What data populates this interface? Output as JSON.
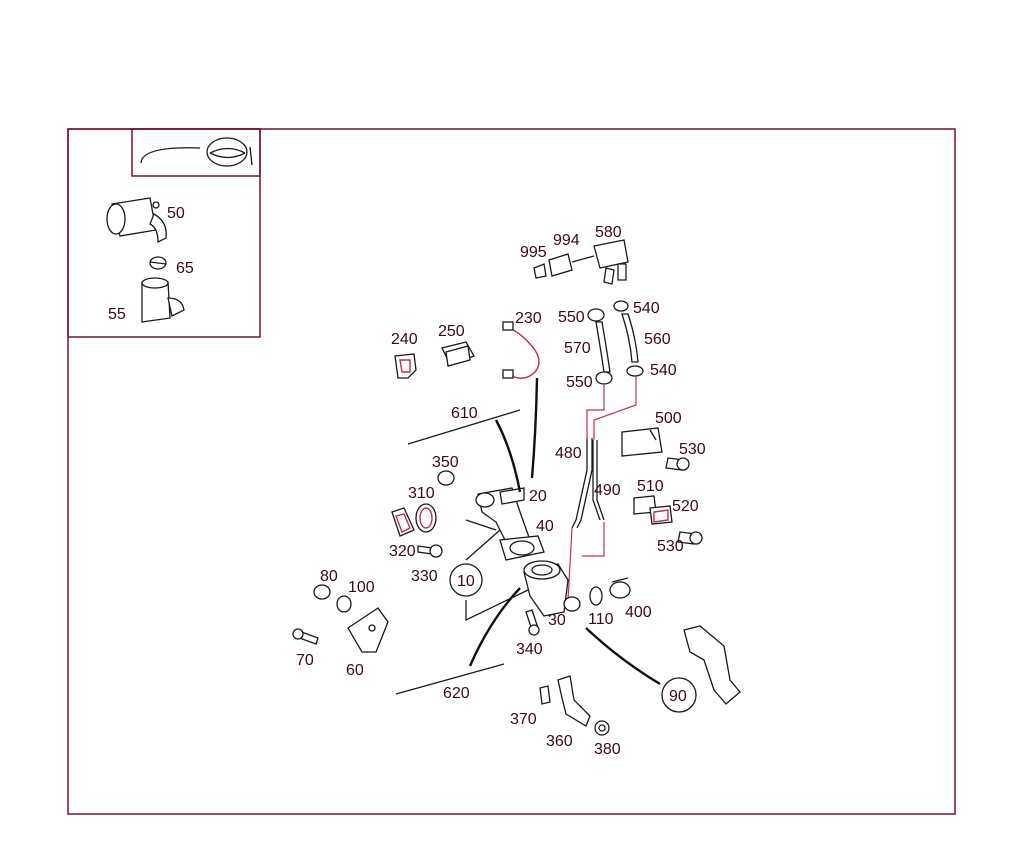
{
  "diagram": {
    "labels": {
      "p10": "10",
      "p20": "20",
      "p30": "30",
      "p40": "40",
      "p50": "50",
      "p55": "55",
      "p60": "60",
      "p65": "65",
      "p70": "70",
      "p80": "80",
      "p90": "90",
      "p100": "100",
      "p110": "110",
      "p230": "230",
      "p240": "240",
      "p250": "250",
      "p310": "310",
      "p320": "320",
      "p330": "330",
      "p340": "340",
      "p350": "350",
      "p360": "360",
      "p370": "370",
      "p380": "380",
      "p400": "400",
      "p480": "480",
      "p490": "490",
      "p500": "500",
      "p510": "510",
      "p520": "520",
      "p530a": "530",
      "p530b": "530",
      "p540a": "540",
      "p540b": "540",
      "p550a": "550",
      "p550b": "550",
      "p560": "560",
      "p570": "570",
      "p580": "580",
      "p610": "610",
      "p620": "620",
      "p994": "994",
      "p995": "995"
    }
  }
}
